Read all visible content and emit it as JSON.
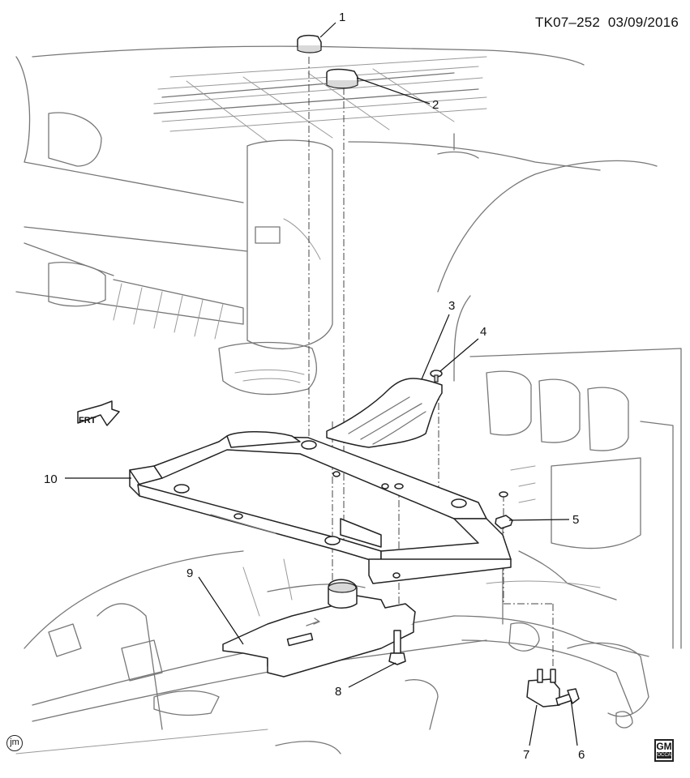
{
  "header": {
    "code": "TK07–252",
    "date": "03/09/2016"
  },
  "direction_label": "FRT",
  "callouts": [
    {
      "id": "1",
      "label": "1"
    },
    {
      "id": "2",
      "label": "2"
    },
    {
      "id": "3",
      "label": "3"
    },
    {
      "id": "4",
      "label": "4"
    },
    {
      "id": "5",
      "label": "5"
    },
    {
      "id": "6",
      "label": "6"
    },
    {
      "id": "7",
      "label": "7"
    },
    {
      "id": "8",
      "label": "8"
    },
    {
      "id": "9",
      "label": "9"
    },
    {
      "id": "10",
      "label": "10"
    }
  ],
  "artist_mark": "jm",
  "logo": {
    "brand": "GM",
    "subtext": "OCCA"
  }
}
